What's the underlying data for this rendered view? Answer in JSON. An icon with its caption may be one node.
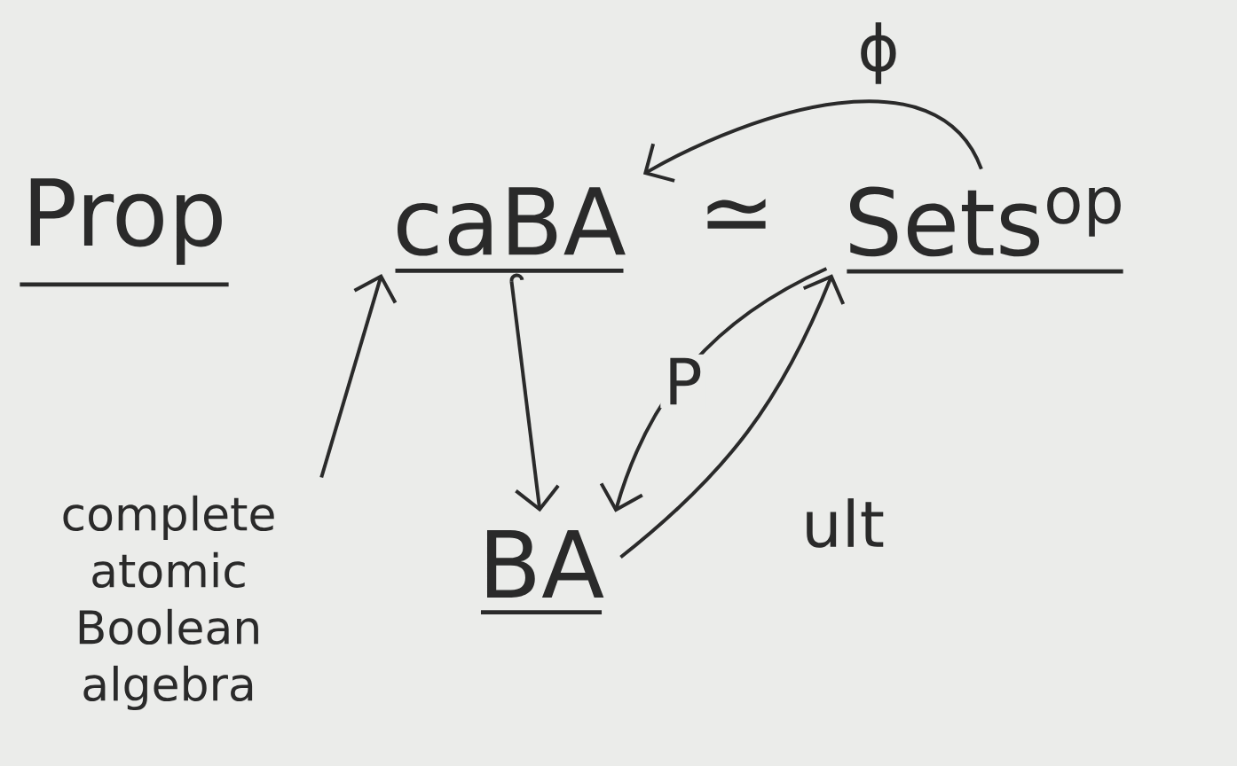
{
  "diagram": {
    "nodes": [
      {
        "text": [
          "caBA"
        ]
      },
      {
        "text": [
          "Sets$^{op}$"
        ]
      },
      {
        "text": [
          "BA"
        ]
      },
      {
        "text": [
          "complete atomic Boolean algebra"
        ]
      }
    ],
    "edges": [
      {
        "from": 1,
        "to": 0,
        "arrow": "to",
        "label": "ϕ"
      },
      {
        "from": 0,
        "to": 2,
        "arrow": "to"
      },
      {
        "from": 1,
        "to": 2,
        "arrow": "to",
        "label": "P"
      },
      {
        "from": 2,
        "to": 1,
        "arrow": "to",
        "label": "ult"
      },
      {
        "from": 3,
        "to": 0,
        "arrow": "to"
      }
    ],
    "labels": [
      "Prop",
      "≃"
    ]
  }
}
